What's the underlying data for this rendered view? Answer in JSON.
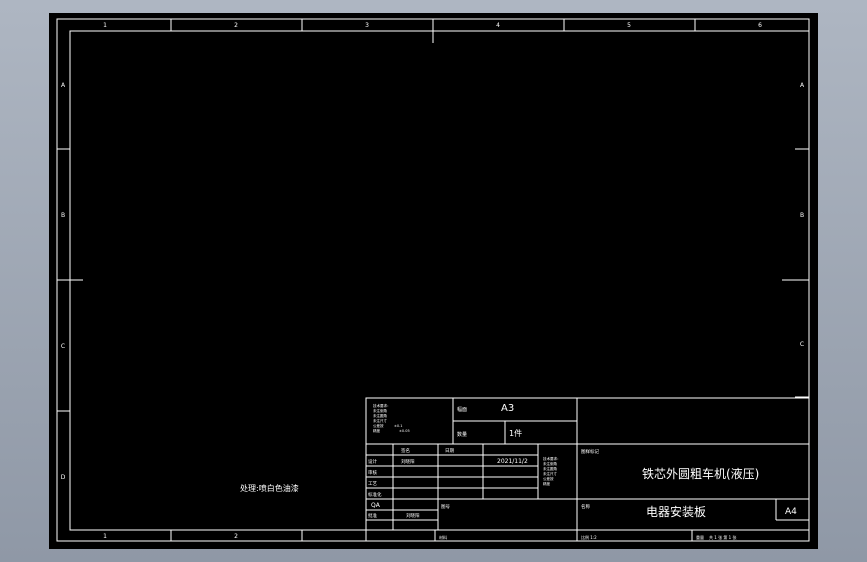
{
  "border": {
    "columns_top": [
      "1",
      "2",
      "3",
      "4",
      "5",
      "6"
    ],
    "columns_bottom": [
      "1",
      "2"
    ],
    "rows": [
      "A",
      "B",
      "C",
      "D"
    ]
  },
  "title_block": {
    "tech_notes": [
      "技术要求：",
      "未注倒角",
      "未注圆角",
      "未注尺寸",
      "公差按",
      "精度",
      "±0.1",
      "±0.05"
    ],
    "format_label": "幅面",
    "format_value": "A3",
    "qty_label": "数量",
    "qty_value": "1件",
    "company_label": "图样标记",
    "machine_title": "铁芯外圆粗车机(液压)",
    "part_title": "电器安装板",
    "sheet_size": "A4",
    "sig_header": [
      "签名",
      "日期"
    ],
    "date": "2021/11/2",
    "row_labels": [
      "设计",
      "审核",
      "工艺",
      "标准化"
    ],
    "designer": "刘晓阳",
    "qa_label": "QA",
    "approve_label": "批准",
    "approver": "刘晓阳",
    "code_label": "图号",
    "material_label": "材料",
    "name_label": "名称",
    "scale_label": "比例 1:2",
    "sheet_label": "共 1 张 第 1 张",
    "weight_label": "重量",
    "surface_note": "处理:喷白色油漆"
  }
}
